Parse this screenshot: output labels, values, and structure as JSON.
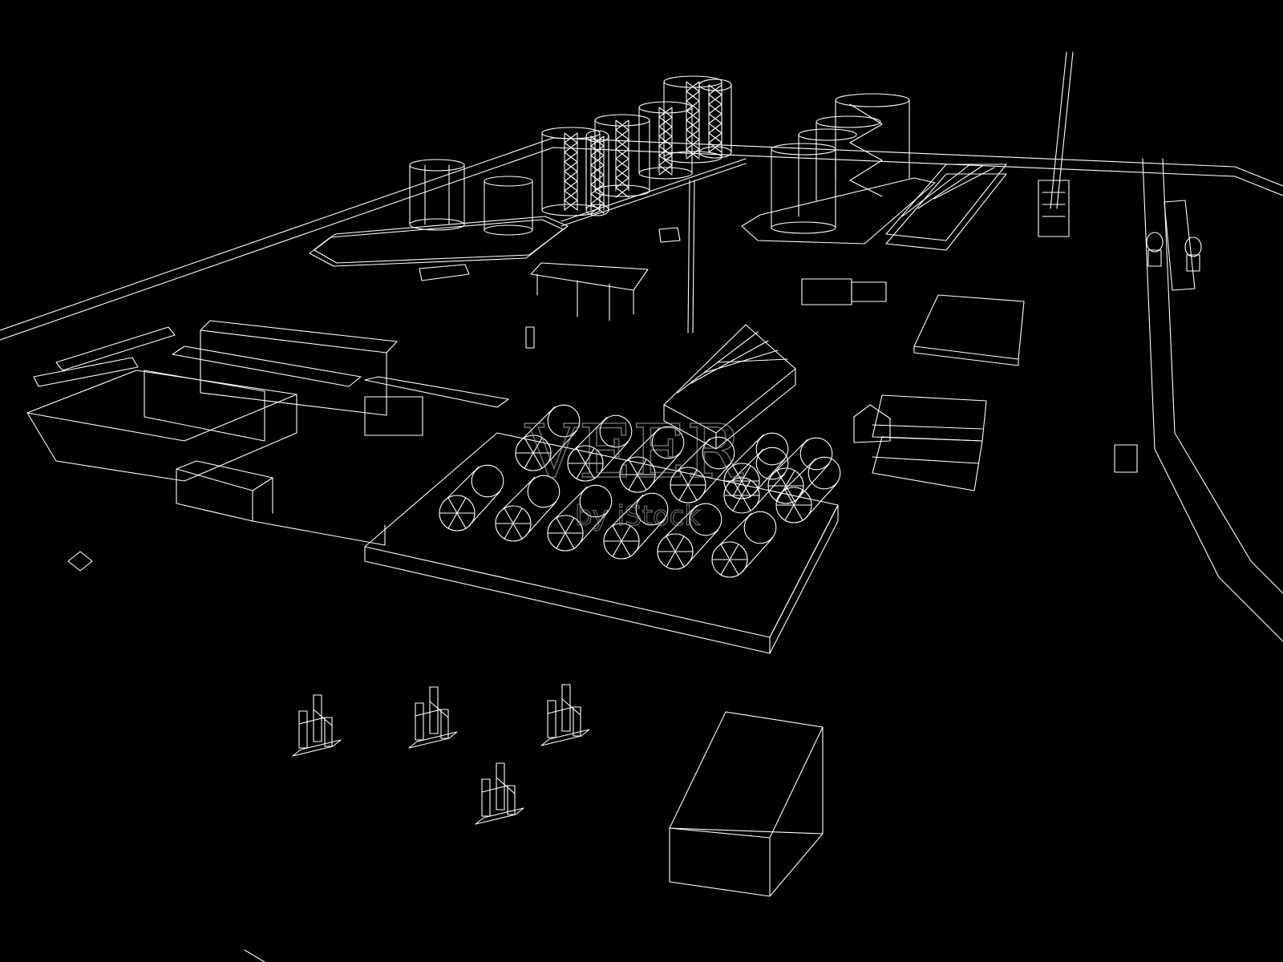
{
  "scene": {
    "background": "#000000",
    "line_color": "#ffffff",
    "watermark_color": "#bdbdbd"
  },
  "watermark": {
    "brand": "VEER",
    "sub": "by iStock"
  },
  "elements": {
    "tank_columns": 6,
    "horizontal_tanks": 14,
    "transformers": 4,
    "tanker_trucks": 2
  }
}
